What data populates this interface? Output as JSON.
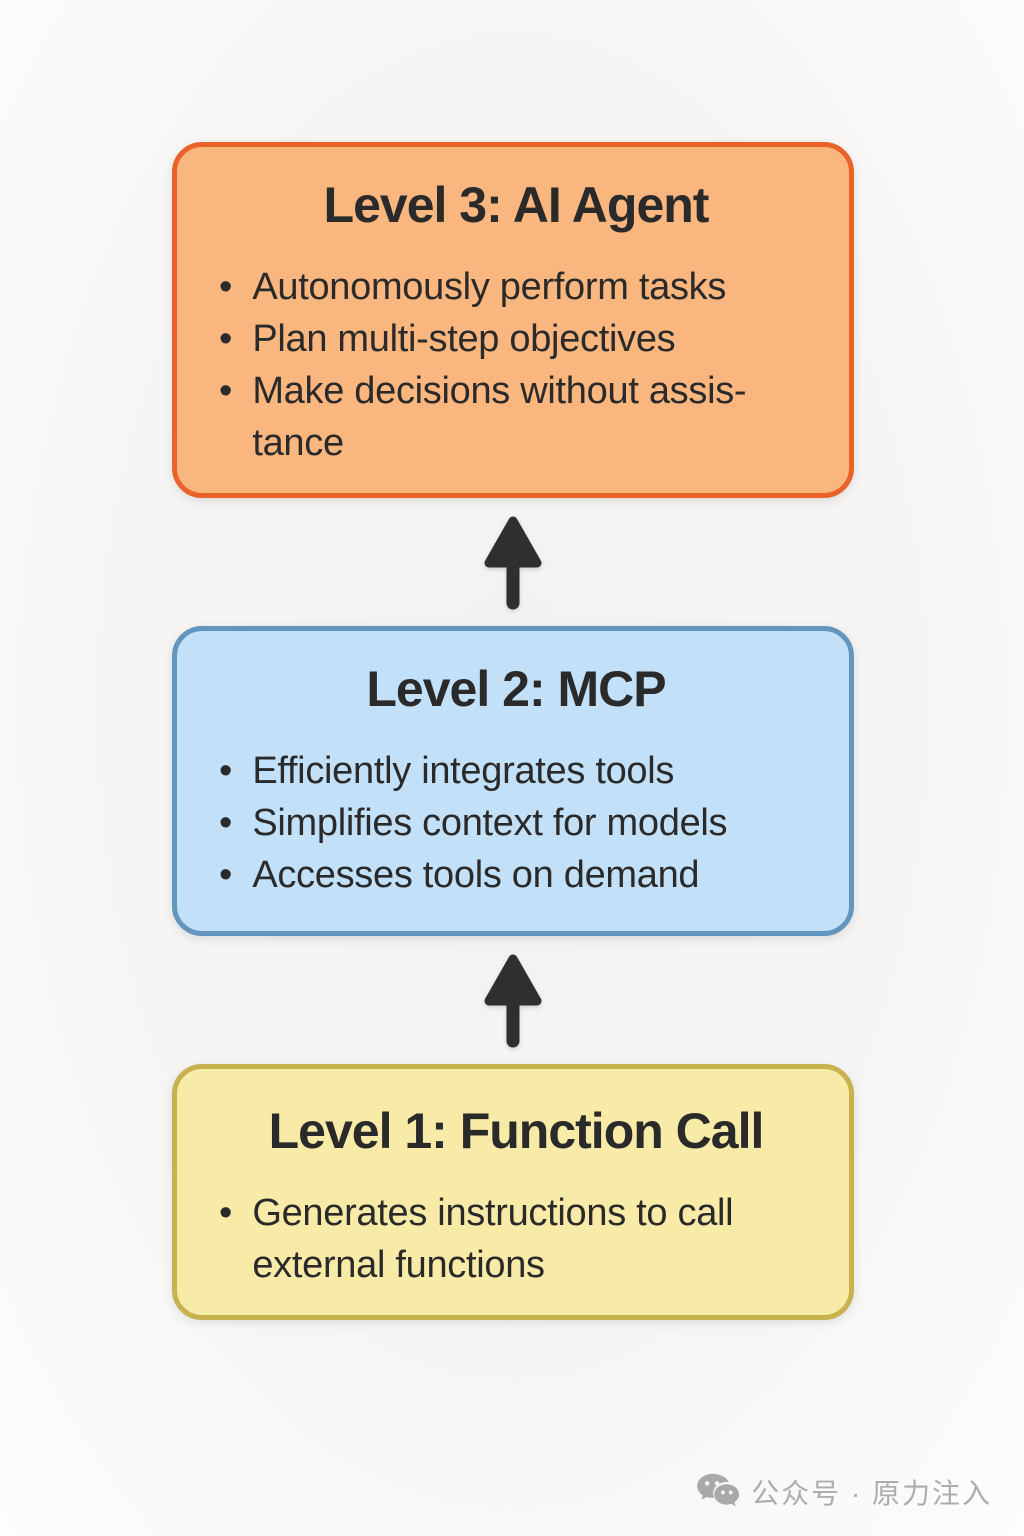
{
  "page": {
    "background_center": "#f3f2f0",
    "background_edge": "#fdfdfd"
  },
  "diagram": {
    "bullet_marker": "•",
    "arrow_color": "#2f2f2f",
    "text_color": "#2a2a2a",
    "levels": [
      {
        "id": "level-3",
        "title": "Level 3: AI Agent",
        "bullets": [
          "Autonomously perform tasks",
          "Plan multi-step objectives",
          "Make decisions without assis-\ntance"
        ],
        "fill_color": "#f9b67e",
        "border_color": "#e8622a"
      },
      {
        "id": "level-2",
        "title": "Level 2: MCP",
        "bullets": [
          "Efficiently integrates tools",
          "Simplifies context for models",
          "Accesses tools on demand"
        ],
        "fill_color": "#c2e0f7",
        "border_color": "#6296bf"
      },
      {
        "id": "level-1",
        "title": "Level 1: Function Call",
        "bullets": [
          "Generates instructions to call\nexternal functions"
        ],
        "fill_color": "#f8eba7",
        "border_color": "#c8b24f"
      }
    ]
  },
  "watermark": {
    "icon": "wechat-icon",
    "text": "公众号 · 原力注入",
    "color": "#adadad"
  }
}
